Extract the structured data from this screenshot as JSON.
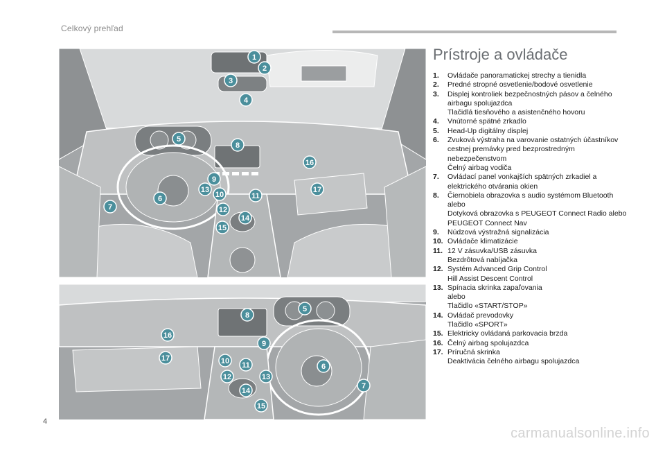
{
  "header": {
    "title": "Celkový prehľad"
  },
  "page": {
    "number": "4"
  },
  "section": {
    "title": "Prístroje a ovládače"
  },
  "callouts": {
    "top": [
      "1",
      "2",
      "3",
      "4",
      "5",
      "6",
      "7",
      "8",
      "9",
      "10",
      "11",
      "12",
      "13",
      "14",
      "15",
      "16",
      "17"
    ],
    "bottom": [
      "5",
      "6",
      "7",
      "8",
      "9",
      "10",
      "11",
      "12",
      "13",
      "14",
      "15",
      "16",
      "17"
    ]
  },
  "legend": [
    {
      "num": "1.",
      "lines": [
        "Ovládače panoramatickej strechy a tienidla"
      ]
    },
    {
      "num": "2.",
      "lines": [
        "Predné stropné osvetlenie/bodové osvetlenie"
      ]
    },
    {
      "num": "3.",
      "lines": [
        "Displej kontroliek bezpečnostných pásov a čelného airbagu spolujazdca",
        "Tlačidlá tiesňového a asistenčného hovoru"
      ]
    },
    {
      "num": "4.",
      "lines": [
        "Vnútorné spätné zrkadlo"
      ]
    },
    {
      "num": "5.",
      "lines": [
        "Head-Up digitálny displej"
      ]
    },
    {
      "num": "6.",
      "lines": [
        "Zvuková výstraha na varovanie ostatných účastníkov cestnej premávky pred bezprostredným nebezpečenstvom",
        "Čelný airbag vodiča"
      ]
    },
    {
      "num": "7.",
      "lines": [
        "Ovládací panel vonkajších spätných zrkadiel a elektrického otvárania okien"
      ]
    },
    {
      "num": "8.",
      "lines": [
        "Čiernobiela obrazovka s audio systémom Bluetooth",
        "alebo",
        "Dotyková obrazovka s PEUGEOT Connect Radio alebo PEUGEOT Connect Nav"
      ]
    },
    {
      "num": "9.",
      "lines": [
        "Núdzová výstražná signalizácia"
      ]
    },
    {
      "num": "10.",
      "lines": [
        "Ovládače klimatizácie"
      ]
    },
    {
      "num": "11.",
      "lines": [
        "12 V zásuvka/USB zásuvka",
        "Bezdrôtová nabíjačka"
      ]
    },
    {
      "num": "12.",
      "lines": [
        "Systém Advanced Grip Control",
        "Hill Assist Descent Control"
      ]
    },
    {
      "num": "13.",
      "lines": [
        "Spínacia skrinka zapaľovania",
        "alebo",
        "Tlačidlo «START/STOP»"
      ]
    },
    {
      "num": "14.",
      "lines": [
        "Ovládač prevodovky",
        "Tlačidlo «SPORT»"
      ]
    },
    {
      "num": "15.",
      "lines": [
        "Elektricky ovládaná parkovacia brzda"
      ]
    },
    {
      "num": "16.",
      "lines": [
        "Čelný airbag spolujazdca"
      ]
    },
    {
      "num": "17.",
      "lines": [
        "Príručná skrinka",
        "Deaktivácia čelného airbagu spolujazdca"
      ]
    }
  ],
  "watermark": "carmanualsonline.info",
  "colors": {
    "badge": "#4b8f9c",
    "illustration_bg": "#9fa2a4",
    "rule": "#b7b7b7"
  }
}
